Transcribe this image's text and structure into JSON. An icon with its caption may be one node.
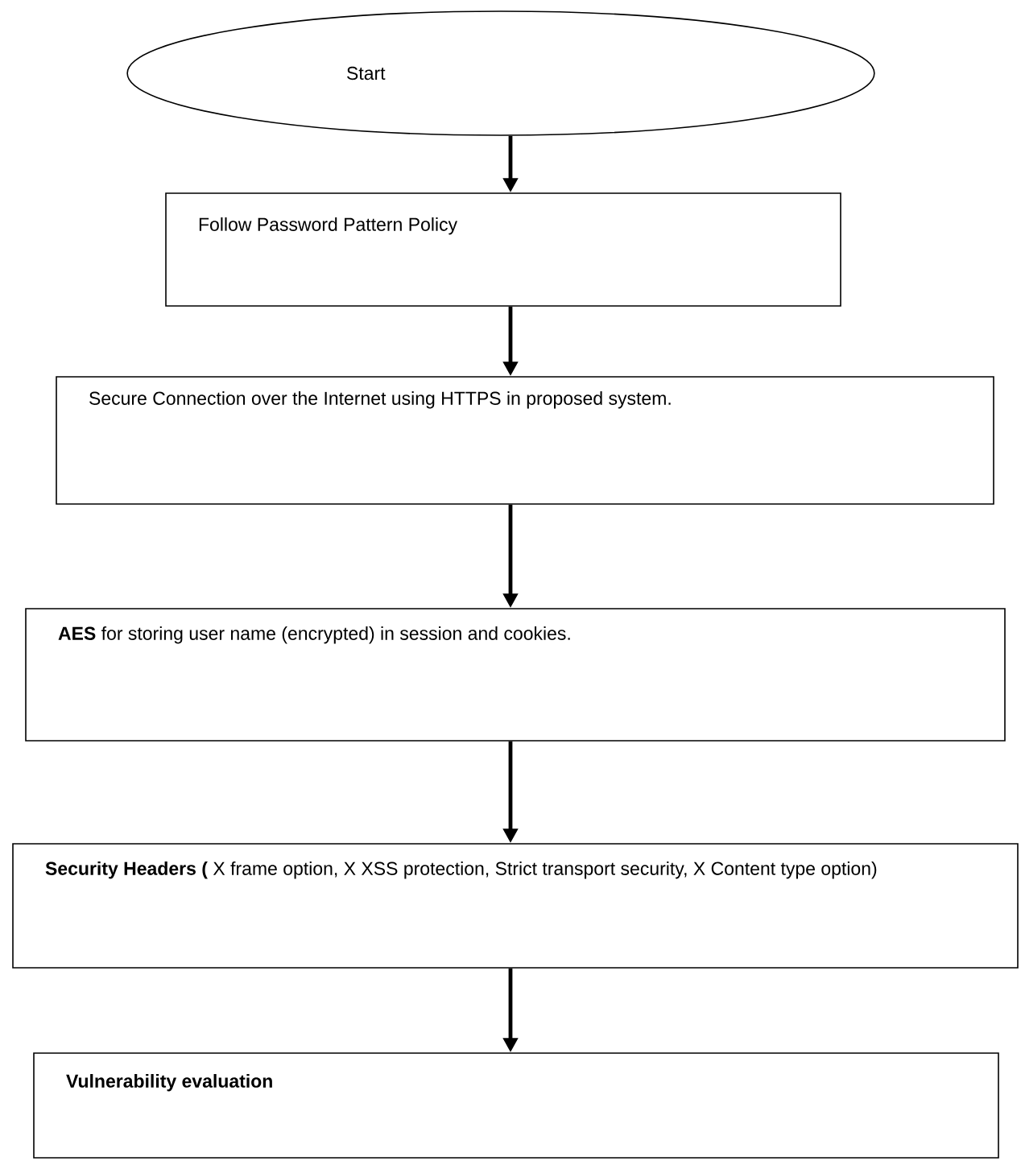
{
  "diagram": {
    "nodes": [
      {
        "text": [
          "Start"
        ]
      },
      {
        "text": [
          "Follow Password Pattern Policy"
        ]
      },
      {
        "text": [
          "Secure Connection over the Internet using HTTPS in proposed system."
        ]
      },
      {
        "text": [
          "**AES** for storing user name (encrypted) in session and cookies."
        ]
      },
      {
        "text": [
          "**Security Headers (** X frame option, X XSS protection, Strict transport security, X Content type option)"
        ]
      },
      {
        "text": [
          "Vulnerability evaluation"
        ]
      }
    ],
    "edges": [
      {
        "from": 0,
        "to": 1,
        "arrow": "to"
      },
      {
        "from": 1,
        "to": 2,
        "arrow": "to"
      },
      {
        "from": 2,
        "to": 3,
        "arrow": "to"
      },
      {
        "from": 3,
        "to": 4,
        "arrow": "to"
      },
      {
        "from": 4,
        "to": 5,
        "arrow": "to"
      }
    ]
  }
}
